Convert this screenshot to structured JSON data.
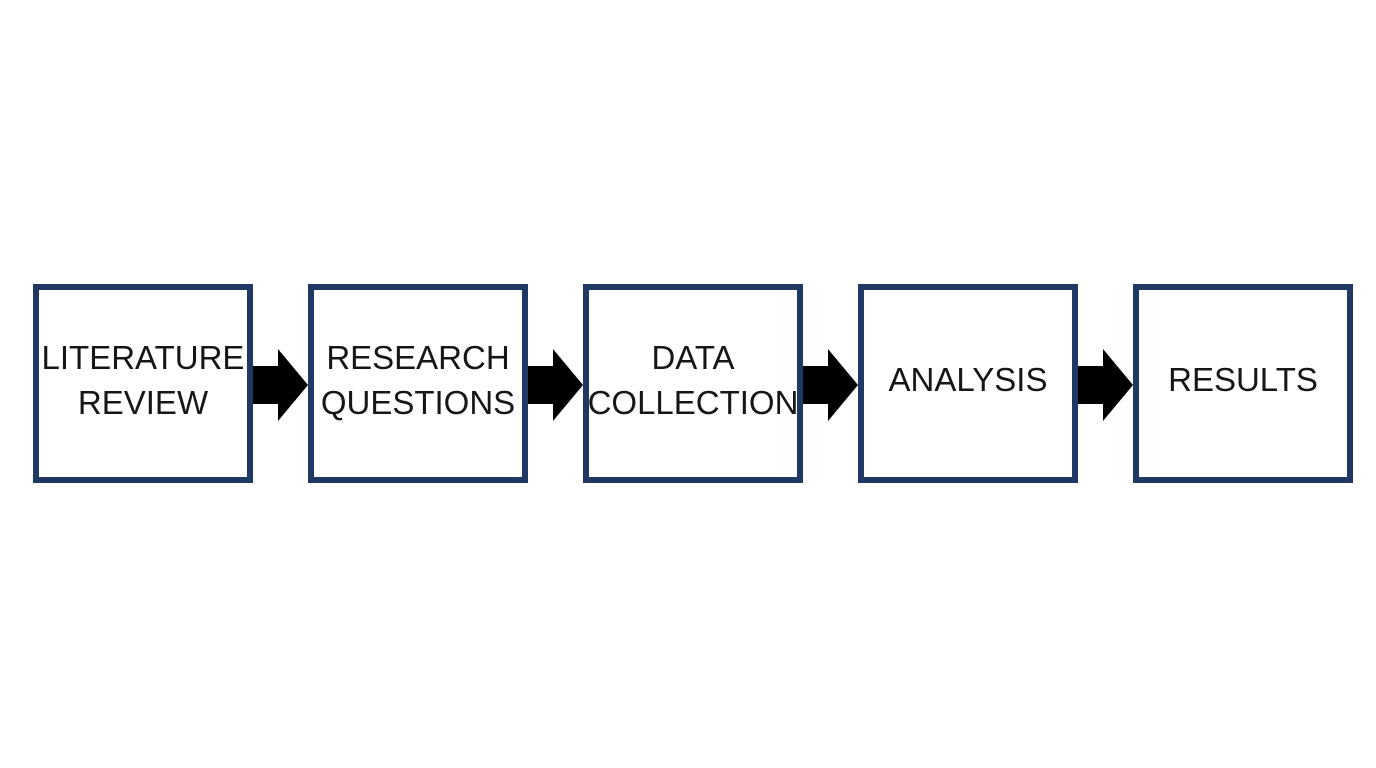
{
  "diagram": {
    "type": "flowchart-horizontal",
    "colors": {
      "background": "#ffffff",
      "box_border": "#1f3864",
      "box_fill": "#ffffff",
      "arrow": "#000000",
      "text": "#161616"
    },
    "steps": [
      {
        "label": "LITERATURE REVIEW"
      },
      {
        "label": "RESEARCH QUESTIONS"
      },
      {
        "label": "DATA COLLECTION"
      },
      {
        "label": "ANALYSIS"
      },
      {
        "label": "RESULTS"
      }
    ],
    "connector": "right-block-arrow"
  }
}
